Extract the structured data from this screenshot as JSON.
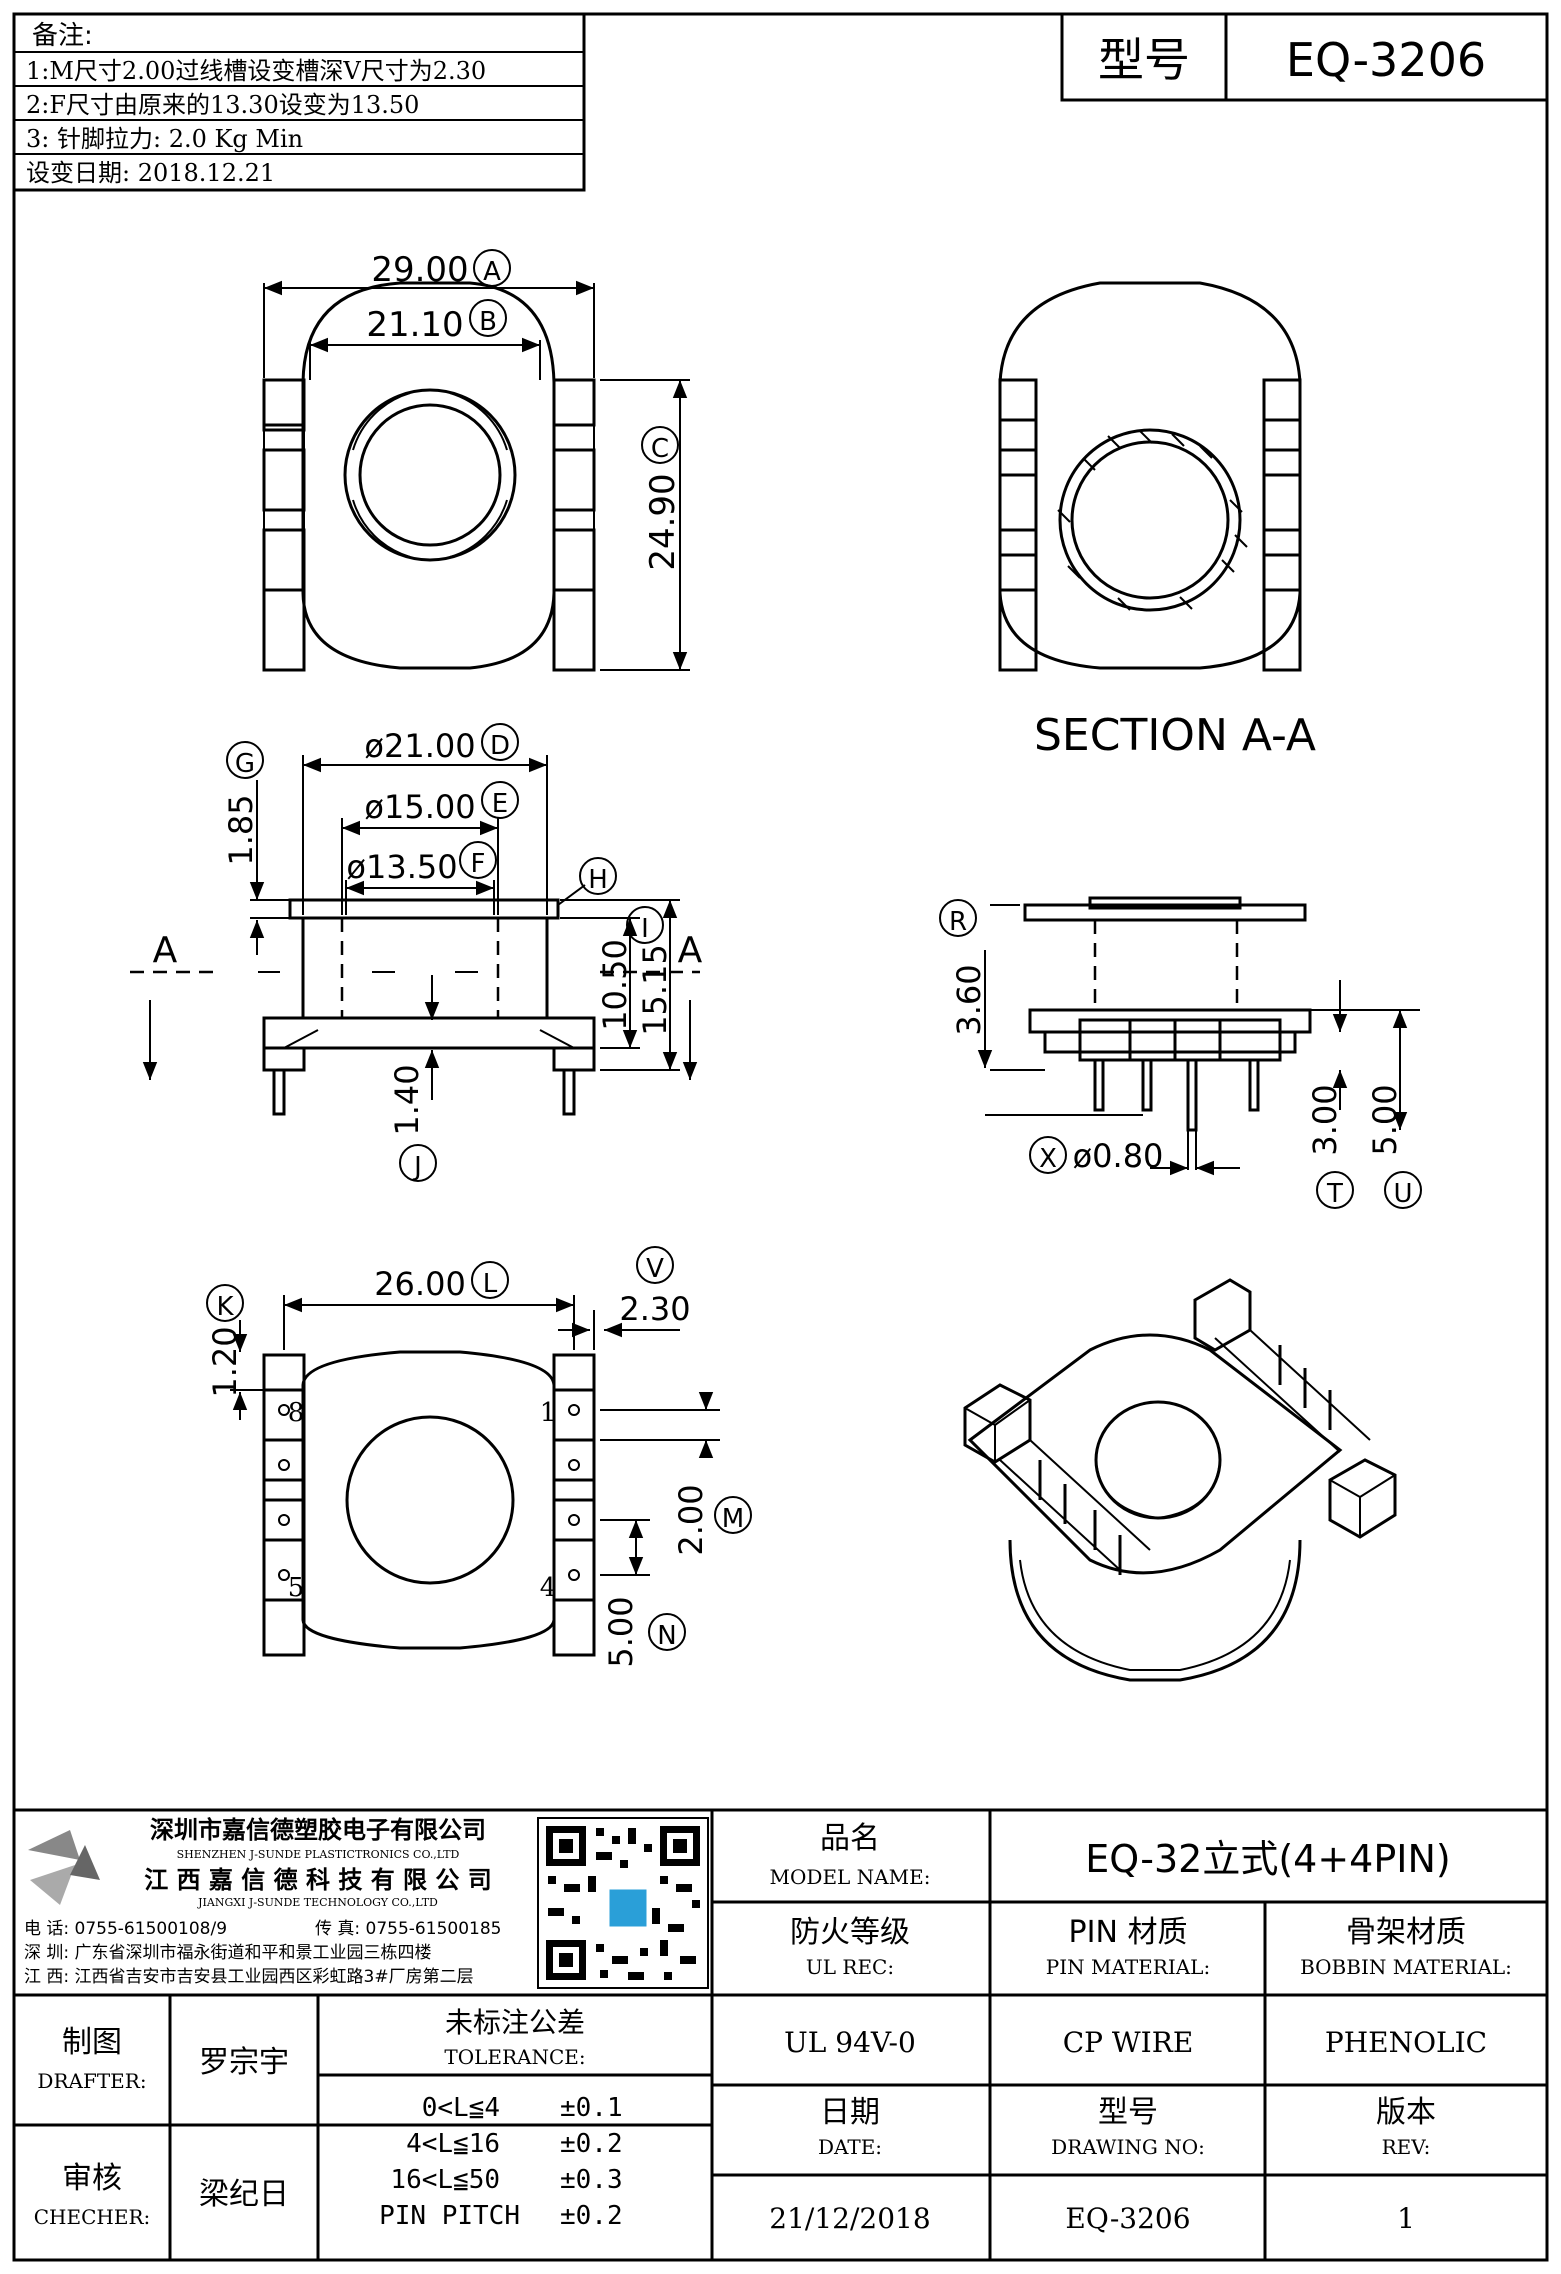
{
  "header": {
    "model_label": "型号",
    "model_value": "EQ-3206"
  },
  "notes": {
    "title": "备注:",
    "items": [
      "1:M尺寸2.00过线槽设变槽深V尺寸为2.30",
      "2:F尺寸由原来的13.30设变为13.50",
      "3: 针脚拉力: 2.0 Kg Min",
      "设变日期: 2018.12.21"
    ]
  },
  "views": {
    "top": {
      "dims": [
        "29.00",
        "21.10",
        "24.90"
      ],
      "labels": [
        "A",
        "B",
        "C"
      ]
    },
    "section": {
      "title": "SECTION A-A"
    },
    "front": {
      "dims": [
        "ø21.00",
        "ø15.00",
        "ø13.50",
        "1.85",
        "10.50",
        "15.15",
        "1.40"
      ],
      "labels": [
        "D",
        "E",
        "F",
        "G",
        "H",
        "I",
        "J"
      ],
      "section_marks": [
        "A",
        "A"
      ]
    },
    "side": {
      "dims": [
        "3.60",
        "ø0.80",
        "3.00",
        "5.00"
      ],
      "labels": [
        "R",
        "X",
        "T",
        "U"
      ]
    },
    "bottom": {
      "dims": [
        "26.00",
        "2.30",
        "1.20",
        "2.00",
        "5.00"
      ],
      "labels": [
        "L",
        "V",
        "K",
        "M",
        "N"
      ],
      "pin_numbers": [
        "8",
        "1",
        "5",
        "4"
      ]
    }
  },
  "company": {
    "name_cn1": "深圳市嘉信德塑胶电子有限公司",
    "name_en1": "SHENZHEN J-SUNDE PLASTICTRONICS CO.,LTD",
    "name_cn2": "江 西 嘉 信 德 科 技 有 限 公 司",
    "name_en2": "JIANGXI J-SUNDE TECHNOLOGY CO.,LTD",
    "phone": "电 话: 0755-61500108/9",
    "fax": "传 真: 0755-61500185",
    "addr1": "深 圳: 广东省深圳市福永街道和平和景工业园三栋四楼",
    "addr2": "江 西: 江西省吉安市吉安县工业园西区彩虹路3#厂房第二层"
  },
  "titleblock": {
    "model_name_cn": "品名",
    "model_name_en": "MODEL NAME:",
    "model_name_value": "EQ-32立式(4+4PIN)",
    "ul_cn": "防火等级",
    "ul_en": "UL REC:",
    "pin_cn": "PIN 材质",
    "pin_en": "PIN MATERIAL:",
    "bobbin_cn": "骨架材质",
    "bobbin_en": "BOBBIN MATERIAL:",
    "ul_value": "UL 94V-0",
    "pin_value": "CP WIRE",
    "bobbin_value": "PHENOLIC",
    "drafter_cn": "制图",
    "drafter_en": "DRAFTER:",
    "drafter_value": "罗宗宇",
    "checker_cn": "审核",
    "checker_en": "CHECHER:",
    "checker_value": "梁纪日",
    "tolerance_cn": "未标注公差",
    "tolerance_en": "TOLERANCE:",
    "tolerances": [
      {
        "range": "0<L≦4",
        "value": "±0.1"
      },
      {
        "range": "4<L≦16",
        "value": "±0.2"
      },
      {
        "range": "16<L≦50",
        "value": "±0.3"
      },
      {
        "range": "PIN PITCH",
        "value": "±0.2"
      }
    ],
    "date_cn": "日期",
    "date_en": "DATE:",
    "date_value": "21/12/2018",
    "drawing_cn": "型号",
    "drawing_en": "DRAWING NO:",
    "drawing_value": "EQ-3206",
    "rev_cn": "版本",
    "rev_en": "REV:",
    "rev_value": "1"
  }
}
